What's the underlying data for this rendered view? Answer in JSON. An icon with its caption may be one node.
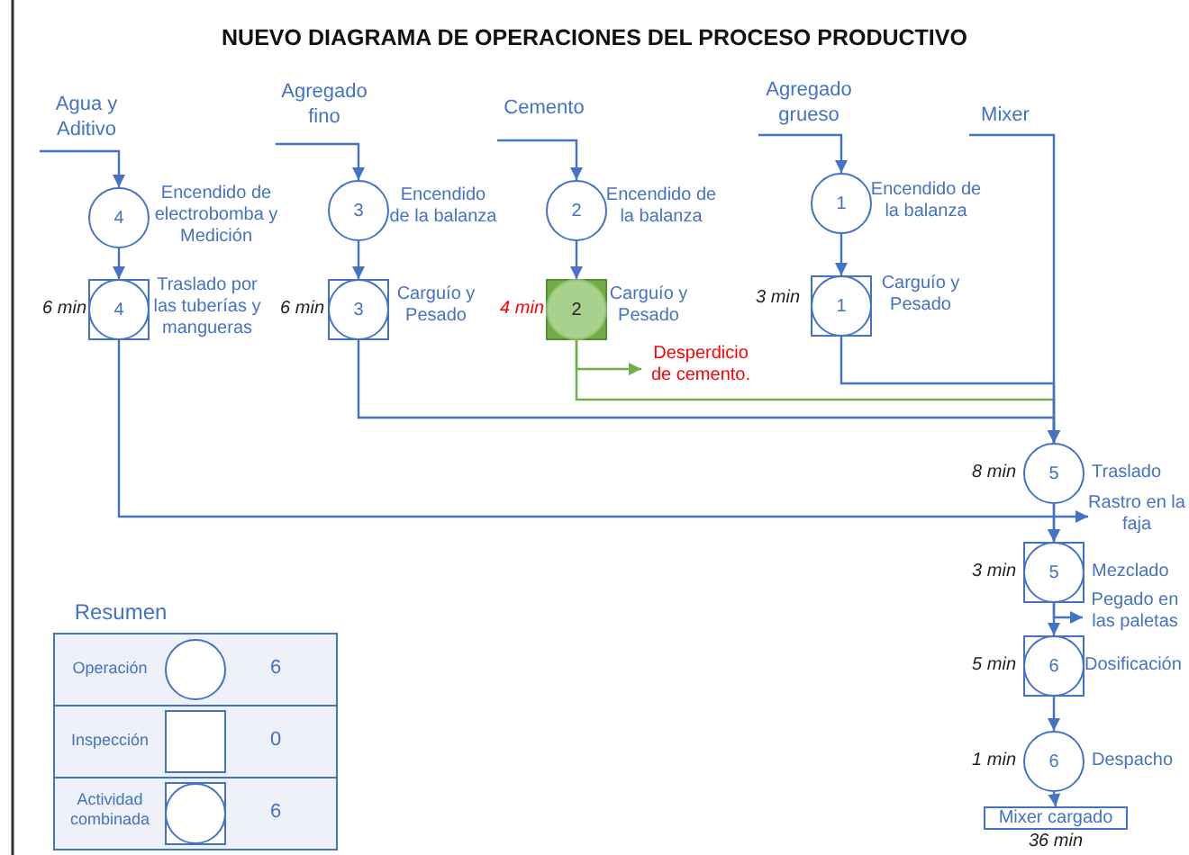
{
  "diagram": {
    "title": "NUEVO DIAGRAMA DE OPERACIONES DEL PROCESO PRODUCTIVO",
    "nodes": [
      {
        "text": [
          "Agua y Aditivo"
        ]
      },
      {
        "text": [
          "4"
        ],
        "beside": [
          "Encendido de electrobomba y Medición"
        ]
      },
      {
        "text": [
          "4"
        ],
        "beside": [
          "Traslado por las tuberías y mangueras",
          "6 min"
        ]
      },
      {
        "text": [
          "Agregado fino"
        ]
      },
      {
        "text": [
          "3"
        ],
        "beside": [
          "Encendido de la balanza"
        ]
      },
      {
        "text": [
          "3"
        ],
        "beside": [
          "Carguío y Pesado",
          "6 min"
        ]
      },
      {
        "text": [
          "Cemento"
        ]
      },
      {
        "text": [
          "2"
        ],
        "beside": [
          "Encendido de la balanza"
        ]
      },
      {
        "text": [
          "2"
        ],
        "beside": [
          "Carguío y Pesado",
          "4 min"
        ]
      },
      {
        "text": [
          "Desperdicio de cemento."
        ]
      },
      {
        "text": [
          "Agregado grueso"
        ]
      },
      {
        "text": [
          "1"
        ],
        "beside": [
          "Encendido de la balanza"
        ]
      },
      {
        "text": [
          "1"
        ],
        "beside": [
          "Carguío y Pesado",
          "3 min"
        ]
      },
      {
        "text": [
          "Mixer"
        ]
      },
      {
        "text": [
          "5"
        ],
        "beside": [
          "Traslado",
          "8 min"
        ]
      },
      {
        "text": [
          "Rastro en la faja"
        ]
      },
      {
        "text": [
          "5"
        ],
        "beside": [
          "Mezclado",
          "3 min"
        ]
      },
      {
        "text": [
          "Pegado en las paletas"
        ]
      },
      {
        "text": [
          "6"
        ],
        "beside": [
          "Dosificación",
          "5 min"
        ]
      },
      {
        "text": [
          "6"
        ],
        "beside": [
          "Despacho",
          "1 min"
        ]
      },
      {
        "text": [
          "Mixer cargado"
        ],
        "beside": [
          "36 min"
        ]
      }
    ],
    "edges": [
      {
        "from": 0,
        "to": 1,
        "arrow": "to"
      },
      {
        "from": 1,
        "to": 2,
        "arrow": "to"
      },
      {
        "from": 2,
        "to": 16,
        "arrow": "to"
      },
      {
        "from": 3,
        "to": 4,
        "arrow": "to"
      },
      {
        "from": 4,
        "to": 5,
        "arrow": "to"
      },
      {
        "from": 5,
        "to": 14,
        "arrow": "to"
      },
      {
        "from": 6,
        "to": 7,
        "arrow": "to"
      },
      {
        "from": 7,
        "to": 8,
        "arrow": "to"
      },
      {
        "from": 8,
        "to": 9,
        "arrow": "to",
        "color": "#70ad47"
      },
      {
        "from": 8,
        "to": 14,
        "arrow": "to",
        "color": "#70ad47"
      },
      {
        "from": 10,
        "to": 11,
        "arrow": "to"
      },
      {
        "from": 11,
        "to": 12,
        "arrow": "to"
      },
      {
        "from": 12,
        "to": 14,
        "arrow": "to"
      },
      {
        "from": 13,
        "to": 14,
        "arrow": "to"
      },
      {
        "from": 14,
        "to": 15,
        "arrow": "to"
      },
      {
        "from": 14,
        "to": 16,
        "arrow": "to"
      },
      {
        "from": 16,
        "to": 17,
        "arrow": "to"
      },
      {
        "from": 16,
        "to": 18,
        "arrow": "to"
      },
      {
        "from": 18,
        "to": 19,
        "arrow": "to"
      },
      {
        "from": 19,
        "to": 20,
        "arrow": "to"
      }
    ],
    "labels": [
      "Resumen",
      "Operación",
      "6",
      "Inspección",
      "0",
      "Actividad combinada",
      "6"
    ]
  }
}
